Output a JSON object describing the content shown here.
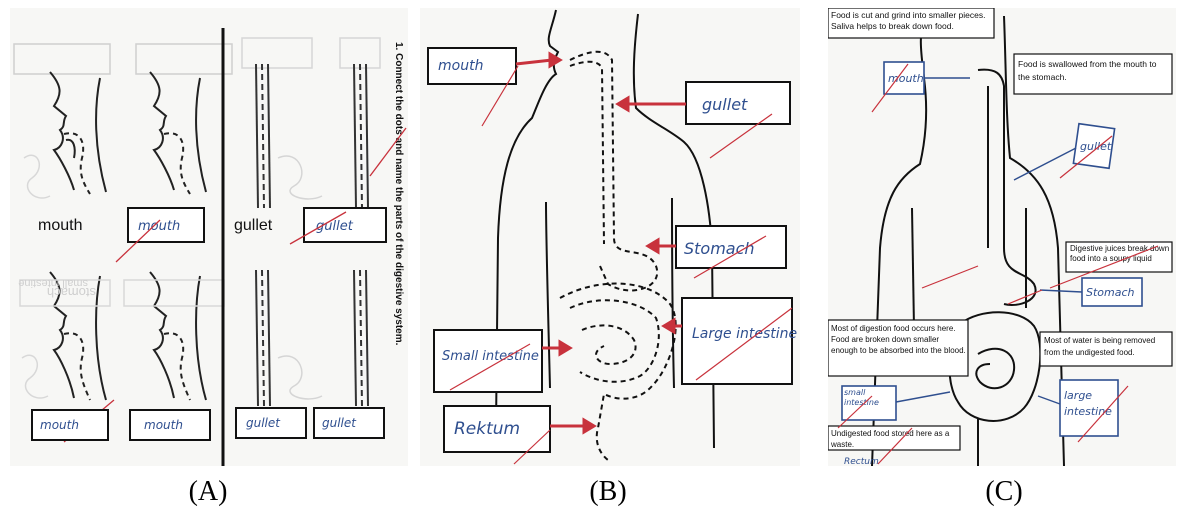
{
  "captions": [
    "(A)",
    "(B)",
    "(C)"
  ],
  "panel_a": {
    "instruction": "1. Connect the dots and name the parts of the digestive system.",
    "printed_mouth": "mouth",
    "printed_gullet": "gullet",
    "answer_mouth_middle": "mouth",
    "answer_gullet_middle": "gullet",
    "answer_bottom": [
      "mouth",
      "mouth",
      "gullet",
      "gullet"
    ],
    "faded_labels": [
      "stomach",
      "small intestine"
    ]
  },
  "panel_b": {
    "labels": [
      "mouth",
      "gullet",
      "Stomach",
      "Large intestine",
      "Small intestine",
      "Rektum"
    ]
  },
  "panel_c": {
    "top_note": "Food is cut and grind into smaller pieces. Saliva helps to break down food.",
    "note_swallow": "Food is swallowed from the mouth to the stomach.",
    "note_juices": "Digestive juices break down food into a soupy liquid",
    "note_absorb": "Most of digestion food occurs here. Food are broken down smaller enough to be absorbed into the blood.",
    "note_water": "Most of water is being removed from the undigested food.",
    "note_waste": "Undigested food stored here as a waste.",
    "hw_mouth": "mouth",
    "hw_gullet": "gullet",
    "hw_stomach": "Stomach",
    "hw_small": "small intestine",
    "hw_large": "large intestine",
    "hw_rectum": "Rectum"
  }
}
